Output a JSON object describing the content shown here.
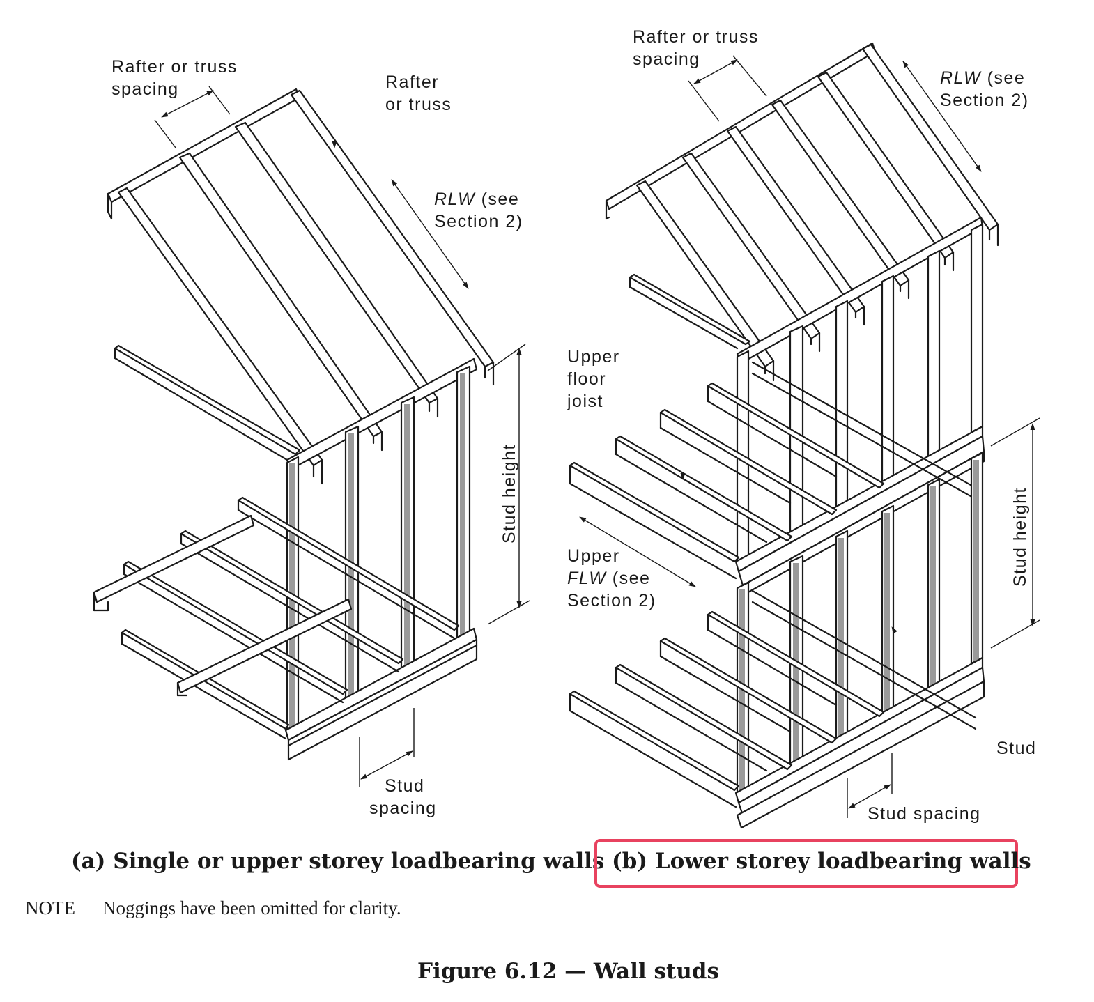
{
  "panel_a": {
    "caption": "(a) Single or upper storey loadbearing walls",
    "labels": {
      "rafter_spacing_1": "Rafter or truss",
      "rafter_spacing_2": "spacing",
      "rafter_1": "Rafter",
      "rafter_2": "or truss",
      "rlw_1": "RLW",
      "rlw_2": " (see",
      "rlw_3": "Section 2)",
      "stud_height": "Stud height",
      "stud_spacing_1": "Stud",
      "stud_spacing_2": "spacing"
    }
  },
  "panel_b": {
    "caption": "(b) Lower storey loadbearing walls",
    "highlight_color": "#e8425f",
    "labels": {
      "rafter_spacing_1": "Rafter or truss",
      "rafter_spacing_2": "spacing",
      "rlw_1": "RLW",
      "rlw_2": " (see",
      "rlw_3": "Section 2)",
      "joist_1": "Upper",
      "joist_2": "floor",
      "joist_3": "joist",
      "flw_1": "Upper",
      "flw_2": "FLW",
      "flw_3": " (see",
      "flw_4": "Section 2)",
      "stud_height": "Stud height",
      "stud": "Stud",
      "stud_spacing": "Stud spacing"
    }
  },
  "note": {
    "label": "NOTE",
    "text": "Noggings have been omitted for clarity."
  },
  "figure_title": "Figure 6.12 — Wall studs"
}
